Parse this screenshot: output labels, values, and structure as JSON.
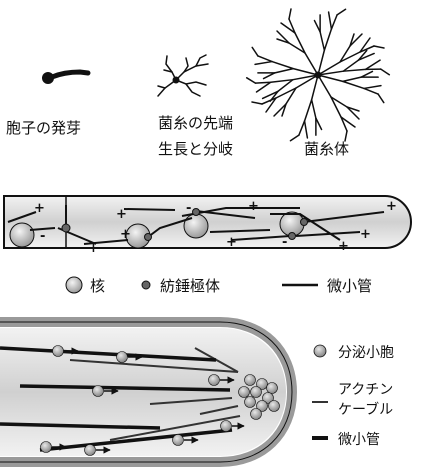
{
  "top": {
    "labels": {
      "spore": "胞子の発芽",
      "tip_line1": "菌糸の先端",
      "tip_line2": "生長と分岐",
      "mycelium": "菌糸体"
    }
  },
  "middle": {
    "legend": {
      "nucleus": "核",
      "spindle_pole_body": "紡錘極体",
      "microtubule": "微小管"
    },
    "plus_sign": "+",
    "minus_sign": "-"
  },
  "bottom": {
    "legend": {
      "secretory_vesicle": "分泌小胞",
      "actin_line1": "アクチン",
      "actin_line2": "ケーブル",
      "microtubule": "微小管"
    }
  },
  "colors": {
    "ink": "#111111",
    "cell_fill": "#d9d9d9",
    "nucleus_fill": "#bdbdbd",
    "vesicle_fill": "#9e9e9e"
  }
}
